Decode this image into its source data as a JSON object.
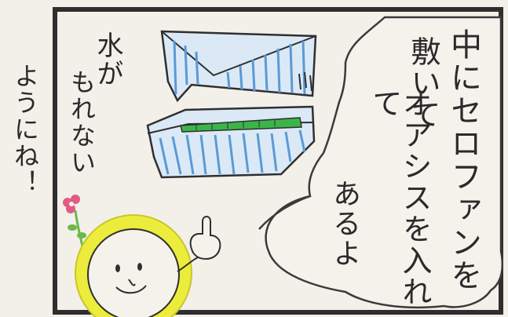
{
  "speech_bubble": {
    "lines": [
      "中にセロファンを",
      "敷いて",
      "オアシスを入れて",
      "あるよ"
    ]
  },
  "side_note": {
    "lines": [
      "水が",
      "もれない",
      "ようにね！"
    ]
  },
  "colors": {
    "paper": "#f3f0ea",
    "ink": "#2a2a2a",
    "panel_border": "#2e2e2e",
    "box_stripes": "#5a9ad6",
    "oasis_green": "#3bb54a",
    "face_yellow": "#ecec3c",
    "flower_pink": "#e25a86",
    "leaf_green": "#6bb94a"
  },
  "icons": [
    "flower-icon",
    "pointing-hand-icon",
    "sweat-drops-icon"
  ]
}
